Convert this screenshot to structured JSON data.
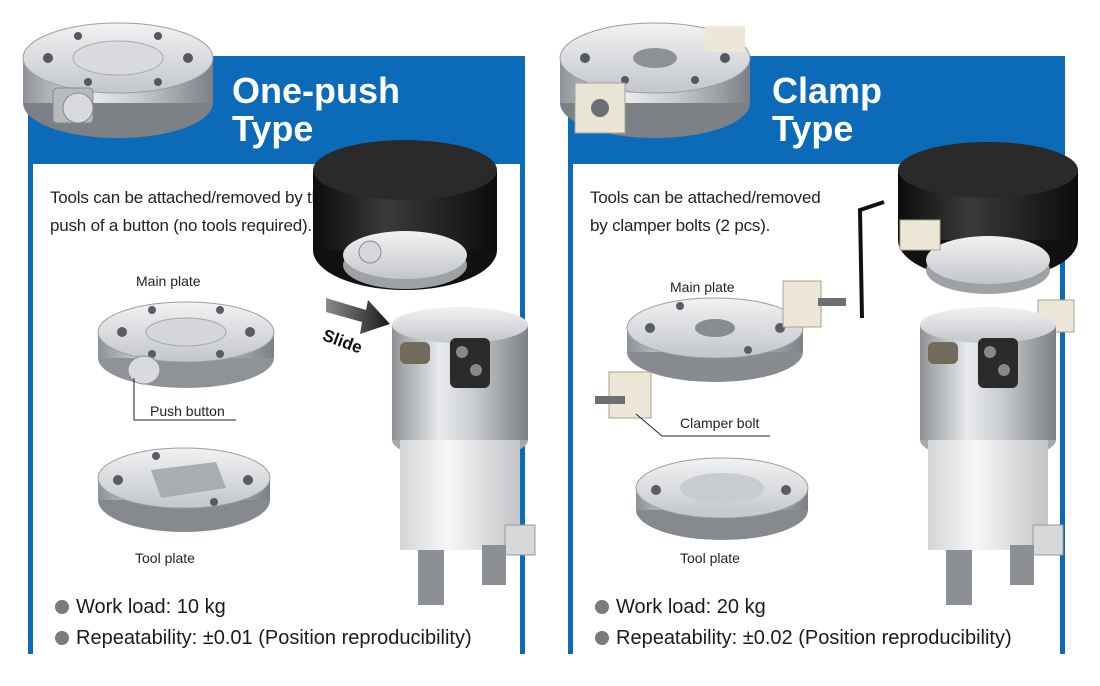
{
  "left": {
    "title_line1": "One-push",
    "title_line2": "Type",
    "desc_line1": "Tools can be attached/removed by the",
    "desc_line2": "push of a button (no tools required).",
    "main_plate_label": "Main plate",
    "push_button_label": "Push button",
    "tool_plate_label": "Tool plate",
    "slide_label": "Slide",
    "spec1": "Work load: 10 kg",
    "spec2": "Repeatability: ±0.01 (Position reproducibility)"
  },
  "right": {
    "title_line1": "Clamp",
    "title_line2": "Type",
    "desc_line1": "Tools can be attached/removed",
    "desc_line2": "by clamper bolts (2 pcs).",
    "main_plate_label": "Main plate",
    "clamper_bolt_label": "Clamper bolt",
    "tool_plate_label": "Tool plate",
    "spec1": "Work load: 20 kg",
    "spec2": "Repeatability: ±0.02 (Position reproducibility)"
  },
  "colors": {
    "accent": "#0b6bb8",
    "bullet": "#7a7a7a"
  }
}
